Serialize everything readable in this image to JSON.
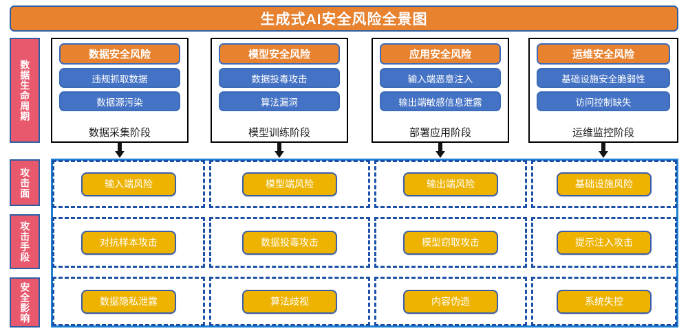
{
  "title": "生成式AI安全风险全景图",
  "colors": {
    "title_bg": "#E8822E",
    "title_border": "#2E5FA3",
    "row_label_bg": "#E8596E",
    "phase_head_bg": "#E8822E",
    "phase_item_bg": "#4472C4",
    "risk_box_bg": "#EDB300",
    "dash_border": "#1B4FA8",
    "outline_border": "#1B7FD4"
  },
  "row_labels": {
    "lifecycle": "数据生命周期",
    "attack_surface": "攻击面",
    "attack_means": "攻击手段",
    "security_impact": "安全影响"
  },
  "phases": [
    {
      "header": "数据安全风险",
      "items": [
        "违规抓取数据",
        "数据源污染"
      ],
      "caption": "数据采集阶段"
    },
    {
      "header": "模型安全风险",
      "items": [
        "数据投毒攻击",
        "算法漏洞"
      ],
      "caption": "模型训练阶段"
    },
    {
      "header": "应用安全风险",
      "items": [
        "输入端恶意注入",
        "输出端敏感信息泄露"
      ],
      "caption": "部署应用阶段"
    },
    {
      "header": "运维安全风险",
      "items": [
        "基础设施安全脆弱性",
        "访问控制缺失"
      ],
      "caption": "运维监控阶段"
    }
  ],
  "grid": {
    "attack_surface": [
      "输入端风险",
      "模型端风险",
      "输出端风险",
      "基础设施风险"
    ],
    "attack_means": [
      "对抗样本攻击",
      "数据投毒攻击",
      "模型窃取攻击",
      "提示注入攻击"
    ],
    "security_impact": [
      "数据隐私泄露",
      "算法歧视",
      "内容伪造",
      "系统失控"
    ]
  }
}
